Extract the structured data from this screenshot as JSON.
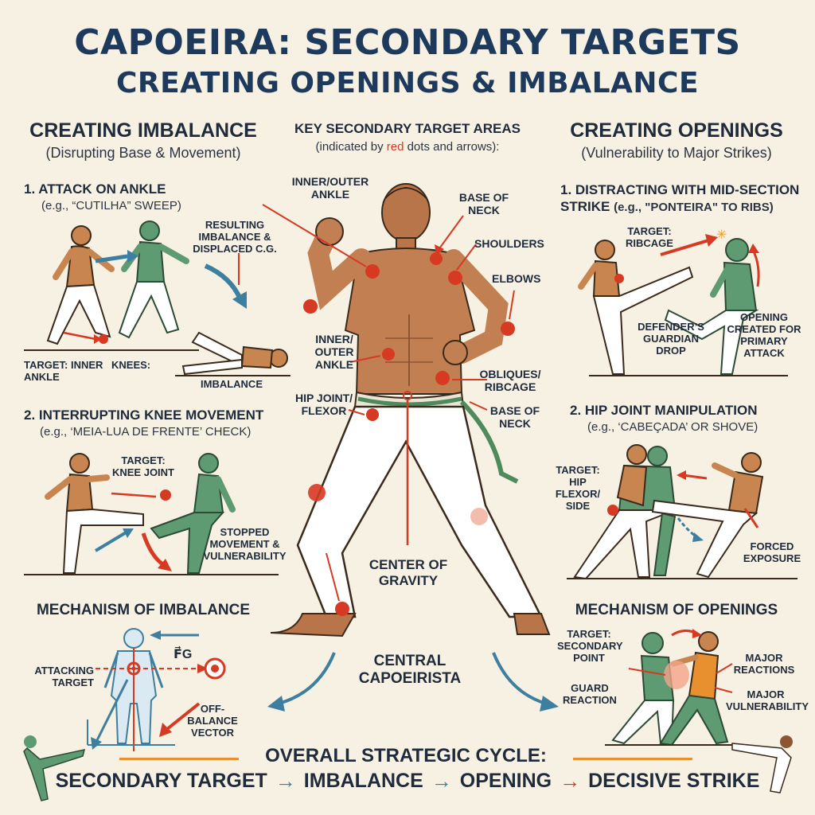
{
  "title": {
    "line1": "CAPOEIRA: SECONDARY TARGETS",
    "line2": "CREATING OPENINGS & IMBALANCE"
  },
  "left": {
    "heading": "CREATING IMBALANCE",
    "subheading": "(Disrupting Base & Movement)",
    "step1": {
      "title": "1. ATTACK ON ANKLE",
      "example": "(e.g., “CUTILHA” SWEEP)",
      "label_result": "RESULTING IMBALANCE & DISPLACED C.G.",
      "label_target": "TARGET: INNER ANKLE",
      "label_knees": "KNEES:",
      "label_imbalance": "IMBALANCE"
    },
    "step2": {
      "title": "2. INTERRUPTING KNEE MOVEMENT",
      "example": "(e.g., ‘MEIA-LUA DE FRENTE’ CHECK)",
      "label_target": "TARGET: KNEE JOINT",
      "label_stopped": "STOPPED MOVEMENT & VULNERABILITY"
    },
    "mechanism": {
      "title": "MECHANISM OF IMBALANCE",
      "label_attacking": "ATTACKING TARGET",
      "label_force": "F⃗G",
      "label_vector": "OFF-BALANCE VECTOR"
    }
  },
  "center": {
    "heading": "KEY SECONDARY TARGET AREAS",
    "sub_before": "(indicated by ",
    "sub_red": "red",
    "sub_after": " dots and arrows):",
    "labels": {
      "inner_outer_ankle_top": "INNER/OUTER ANKLE",
      "base_of_neck_top": "BASE OF NECK",
      "shoulders": "SHOULDERS",
      "elbows": "ELBOWS",
      "inner_outer_ankle_mid": "INNER/ OUTER ANKLE",
      "obliques_ribcage": "OBLIQUES/ RIBCAGE",
      "hip_joint_flexor": "HIP JOINT/ FLEXOR",
      "base_of_neck_mid": "BASE OF NECK",
      "center_of_gravity": "CENTER OF GRAVITY",
      "central_capoeirista": "CENTRAL CAPOEIRISTA"
    }
  },
  "right": {
    "heading": "CREATING OPENINGS",
    "subheading": "(Vulnerability to Major Strikes)",
    "step1": {
      "title": "1. DISTRACTING WITH MID-SECTION STRIKE",
      "example": "(e.g., \"PONTEIRA\" TO RIBS)",
      "label_target": "TARGET: RIBCAGE",
      "label_guard_drop": "DEFENDER’S GUARDIAN DROP",
      "label_opening": "OPENING CREATED FOR PRIMARY ATTACK"
    },
    "step2": {
      "title": "2. HIP JOINT MANIPULATION",
      "example": "(e.g., ‘CABEÇADA’ OR SHOVE)",
      "label_target": "TARGET: HIP FLEXOR/ SIDE",
      "label_forced": "FORCED EXPOSURE"
    },
    "mechanism": {
      "title": "MECHANISM OF OPENINGS",
      "label_target": "TARGET: SECONDARY POINT",
      "label_guard": "GUARD REACTION",
      "label_major_reactions": "MAJOR REACTIONS",
      "label_major_vuln": "MAJOR VULNERABILITY"
    }
  },
  "cycle": {
    "title": "OVERALL STRATEGIC CYCLE:",
    "steps": [
      "SECONDARY TARGET",
      "IMBALANCE",
      "OPENING",
      "DECISIVE STRIKE"
    ],
    "arrow": "→"
  },
  "colors": {
    "title_blue": "#1d3a5c",
    "target_red": "#d63a23",
    "arrow_blue": "#3d7fa0",
    "attacker_skin": "#c9854f",
    "defender_green": "#5e9a72",
    "pants_white": "#ffffff",
    "background": "#f7f1e3"
  }
}
